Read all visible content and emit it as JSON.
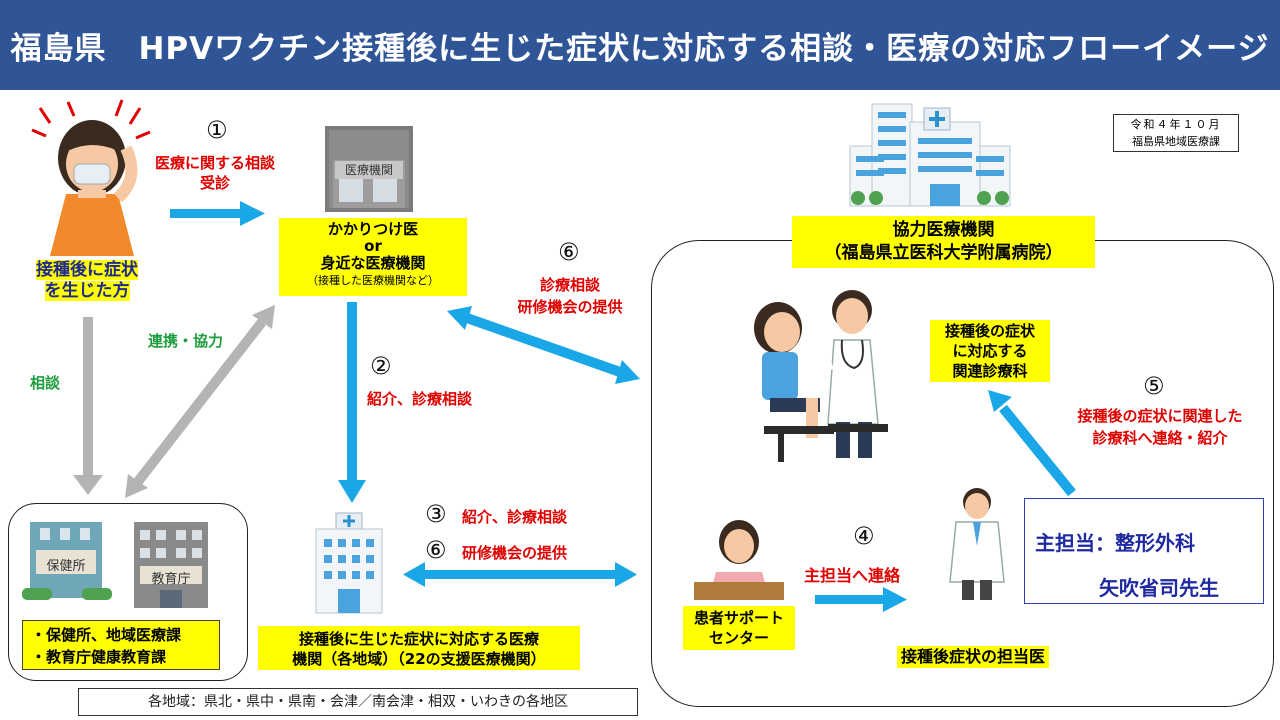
{
  "header": {
    "title": "福島県　HPVワクチン接種後に生じた症状に対応する相談・医療の対応フローイメージ"
  },
  "date_box": {
    "line1": "令和４年１０月",
    "line2": "福島県地域医療課"
  },
  "patient": {
    "label_line1": "接種後に症状",
    "label_line2": "を生じた方"
  },
  "step1": {
    "number": "①",
    "line1": "医療に関する相談",
    "line2": "受診"
  },
  "clinic": {
    "sign": "医療機関",
    "line1": "かかりつけ医",
    "line2": "or",
    "line3": "身近な医療機関",
    "line4": "（接種した医療機関など）"
  },
  "consult_label": "相談",
  "coop_label": "連携・協力",
  "step2": {
    "number": "②",
    "text": "紹介、診療相談"
  },
  "public_offices": {
    "hokenjo": "保健所",
    "kyoikucho": "教育庁",
    "line1": "・保健所、地域医療課",
    "line2": "・教育庁健康教育課"
  },
  "regional": {
    "line1": "接種後に生じた症状に対応する医療",
    "line2": "機関（各地域）（22の支援医療機関）"
  },
  "step3": {
    "number": "③",
    "text": "紹介、診療相談"
  },
  "step6b": {
    "number": "⑥",
    "text": "研修機会の提供"
  },
  "regions_note": "各地域：県北・県中・県南・会津／南会津・相双・いわきの各地区",
  "step6a": {
    "number": "⑥",
    "line1": "診療相談",
    "line2": "研修機会の提供"
  },
  "coop_hospital": {
    "line1": "協力医療機関",
    "line2": "（福島県立医科大学附属病院）"
  },
  "dept": {
    "line1": "接種後の症状",
    "line2": "に対応する",
    "line3": "関連診療科"
  },
  "step5": {
    "number": "⑤",
    "line1": "接種後の症状に関連した",
    "line2": "診療科へ連絡・紹介"
  },
  "support_center": {
    "line1": "患者サポート",
    "line2": "センター"
  },
  "step4": {
    "number": "④",
    "text": "主担当へ連絡"
  },
  "doctor_label": "接種後症状の担当医",
  "main_doctor": {
    "line1": "主担当：整形外科",
    "line2": "矢吹省司先生"
  },
  "colors": {
    "header": "#2f5597",
    "arrow_blue": "#1aa7e8",
    "arrow_gray": "#b4b4b4",
    "highlight": "#ffff00",
    "red_text": "#e00000",
    "green_text": "#1e9e3e",
    "navy_text": "#1f2a8f"
  }
}
